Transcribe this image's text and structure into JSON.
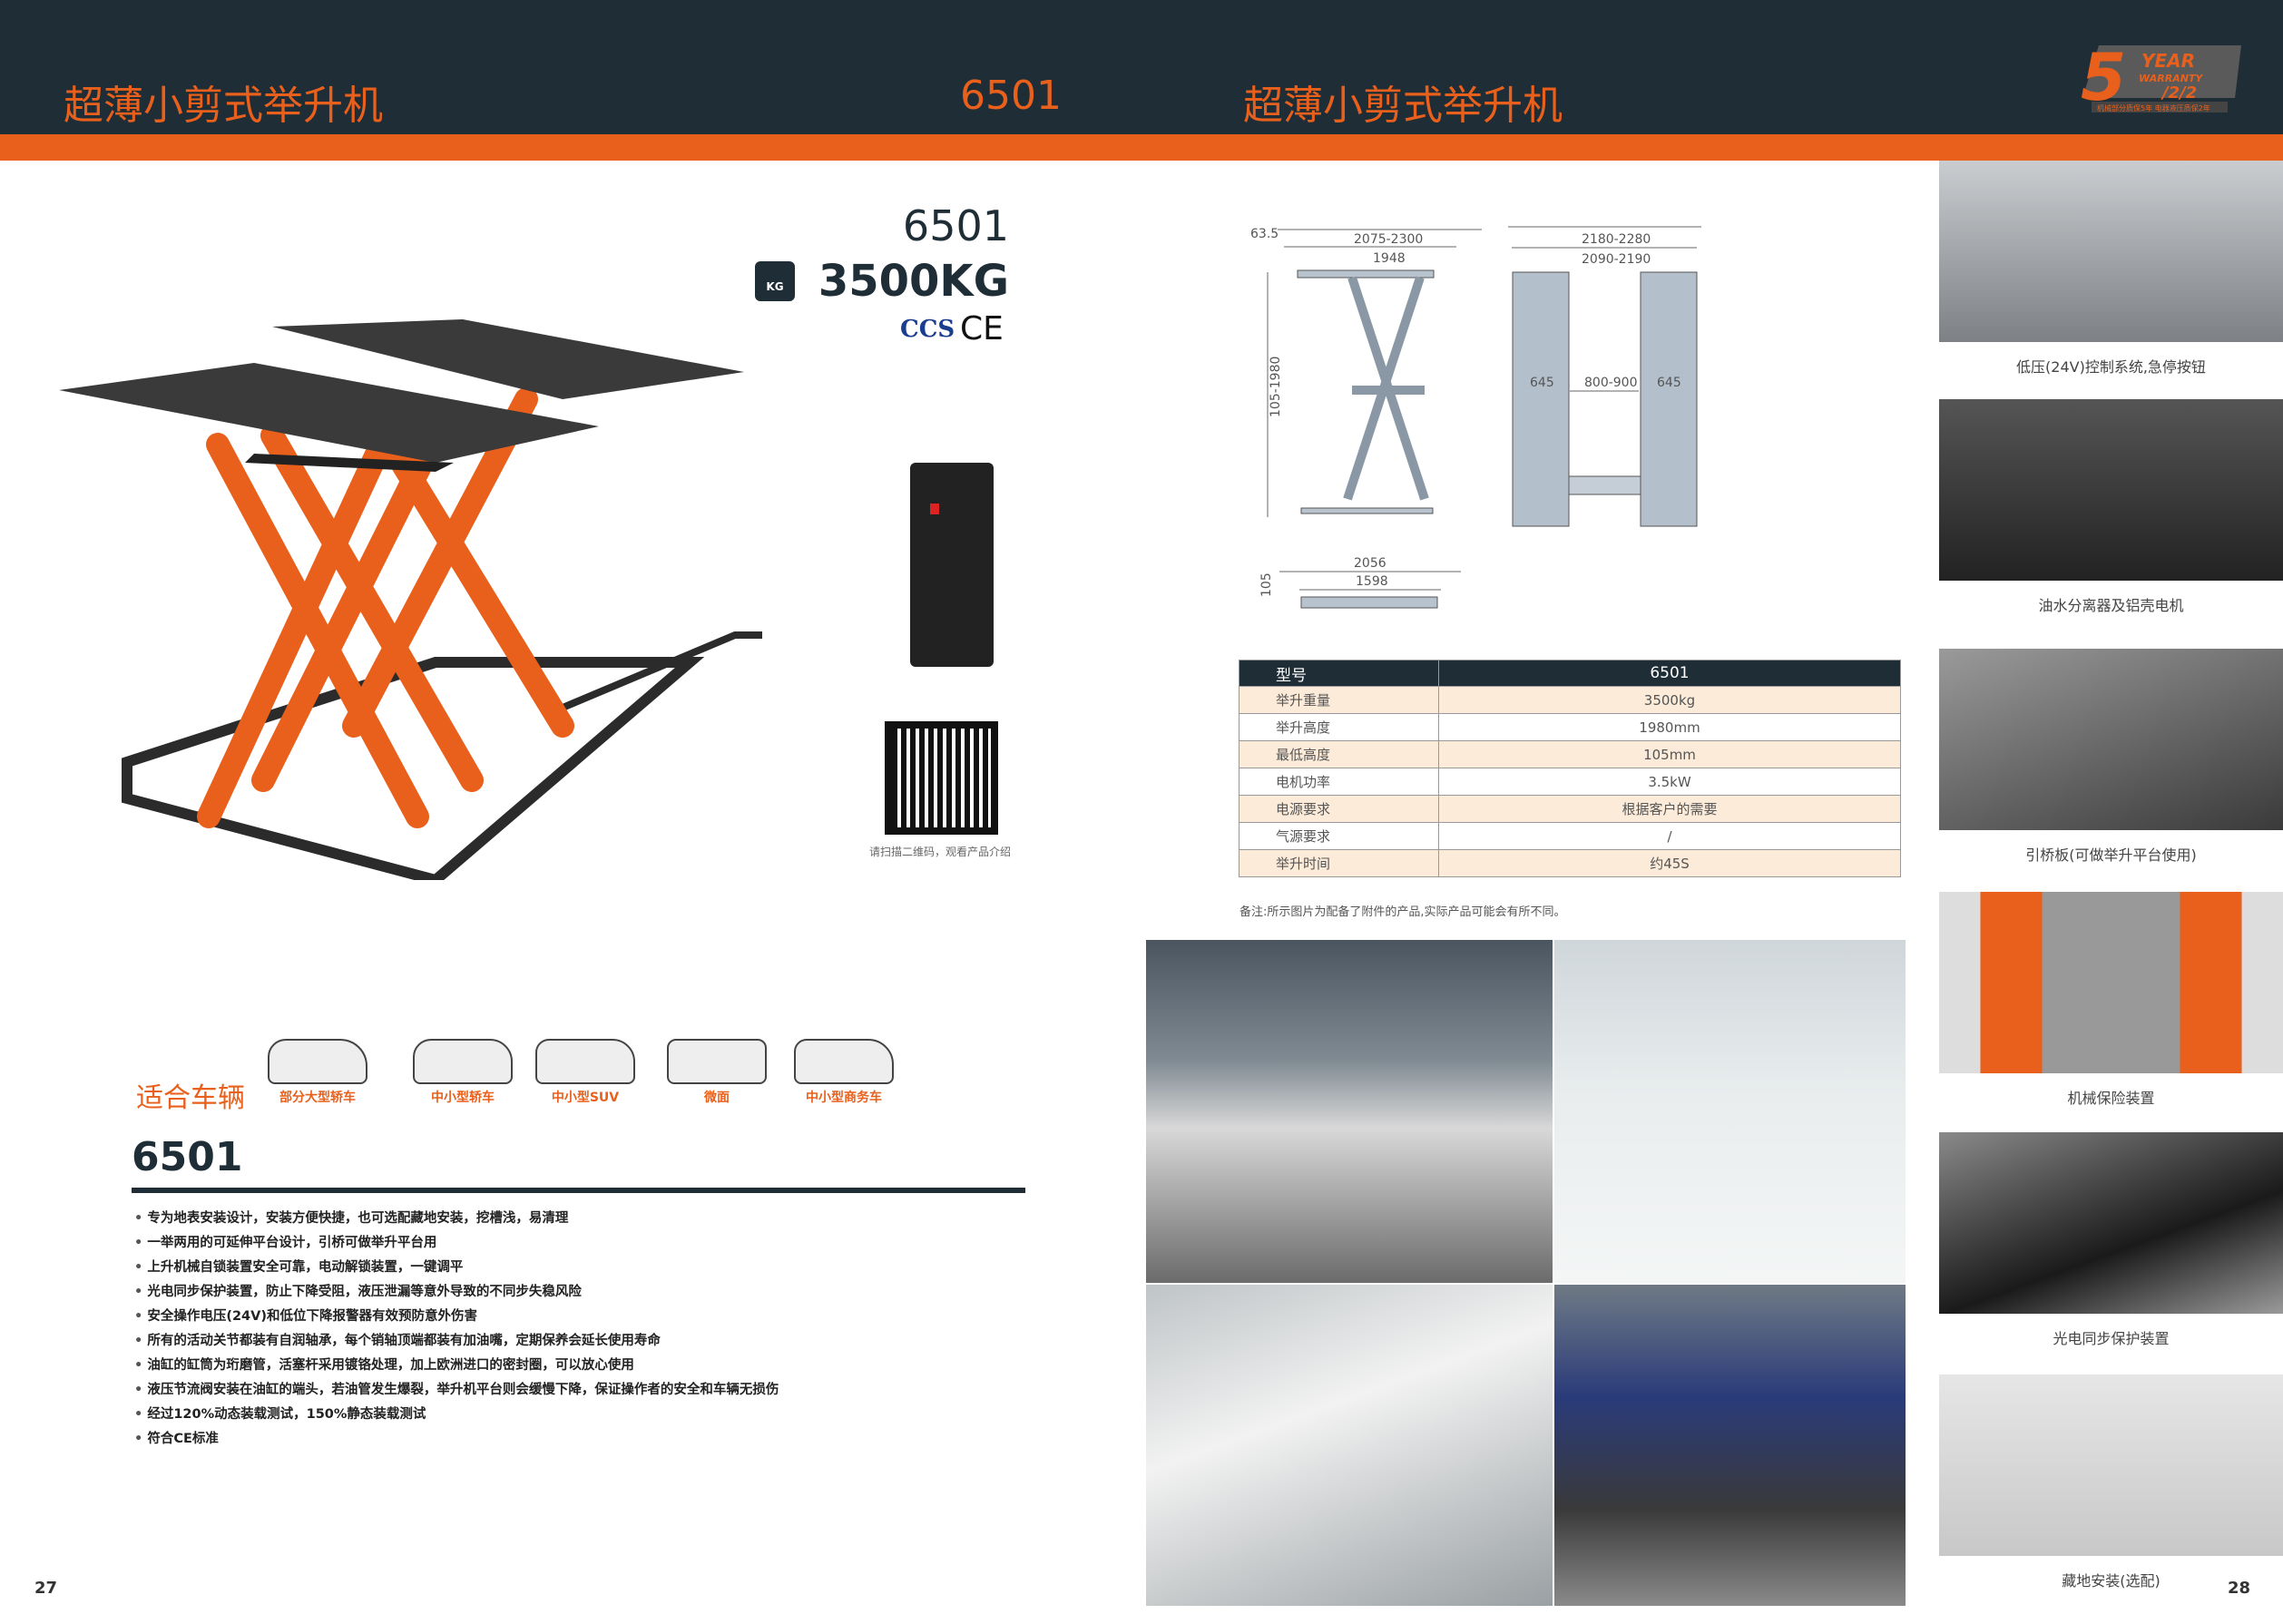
{
  "header": {
    "left_title": "超薄小剪式举升机",
    "model": "6501",
    "right_title": "超薄小剪式举升机",
    "warranty": {
      "big": "5",
      "line1": "YEAR",
      "line2": "WARRANTY",
      "line3": "/2/2",
      "sub": "机械部分质保5年 电器液压质保2年"
    }
  },
  "left": {
    "model_label": "6501",
    "capacity": "3500KG",
    "kg_icon_text": "KG",
    "cert_ccs": "CCS",
    "cert_ce": "CE",
    "qr_caption": "请扫描二维码，观看产品介绍",
    "vehicles_title": "适合车辆",
    "vehicles": [
      "部分大型轿车",
      "中小型轿车",
      "中小型SUV",
      "微面",
      "中小型商务车"
    ],
    "section_title": "6501",
    "features": [
      "专为地表安装设计，安装方便快捷，也可选配藏地安装，挖槽浅，易清理",
      "一举两用的可延伸平台设计，引桥可做举升平台用",
      "上升机械自锁装置安全可靠，电动解锁装置，一键调平",
      "光电同步保护装置，防止下降受阻，液压泄漏等意外导致的不同步失稳风险",
      "安全操作电压(24V)和低位下降报警器有效预防意外伤害",
      "所有的活动关节都装有自润轴承，每个销轴顶端都装有加油嘴，定期保养会延长使用寿命",
      "油缸的缸筒为珩磨管，活塞杆采用镀铬处理，加上欧洲进口的密封圈，可以放心使用",
      "液压节流阀安装在油缸的端头，若油管发生爆裂，举升机平台则会缓慢下降，保证操作者的安全和车辆无损伤",
      "经过120%动态装载测试，150%静态装载测试",
      "符合CE标准"
    ],
    "page_number": "27"
  },
  "right": {
    "dims": {
      "side_offset": "63.5",
      "side_total": "2075-2300",
      "side_platform": "1948",
      "side_height": "105-1980",
      "top_total": "2180-2280",
      "top_inner": "2090-2190",
      "top_left": "645",
      "top_gap": "800-900",
      "top_right": "645",
      "low_total": "2056",
      "low_platform": "1598",
      "low_height": "105"
    },
    "table": {
      "header": [
        "型号",
        "6501"
      ],
      "rows": [
        [
          "举升重量",
          "3500kg"
        ],
        [
          "举升高度",
          "1980mm"
        ],
        [
          "最低高度",
          "105mm"
        ],
        [
          "电机功率",
          "3.5kW"
        ],
        [
          "电源要求",
          "根据客户的需要"
        ],
        [
          "气源要求",
          "/"
        ],
        [
          "举升时间",
          "约45S"
        ]
      ]
    },
    "note": "备注:所示图片为配备了附件的产品,实际产品可能会有所不同。",
    "features": [
      "低压(24V)控制系统,急停按钮",
      "油水分离器及铝壳电机",
      "引桥板(可做举升平台使用)",
      "机械保险装置",
      "光电同步保护装置",
      "藏地安装(选配)"
    ],
    "page_number": "28"
  },
  "colors": {
    "dark": "#1f2d36",
    "orange": "#e8601c",
    "row_alt": "#fdebd9"
  }
}
